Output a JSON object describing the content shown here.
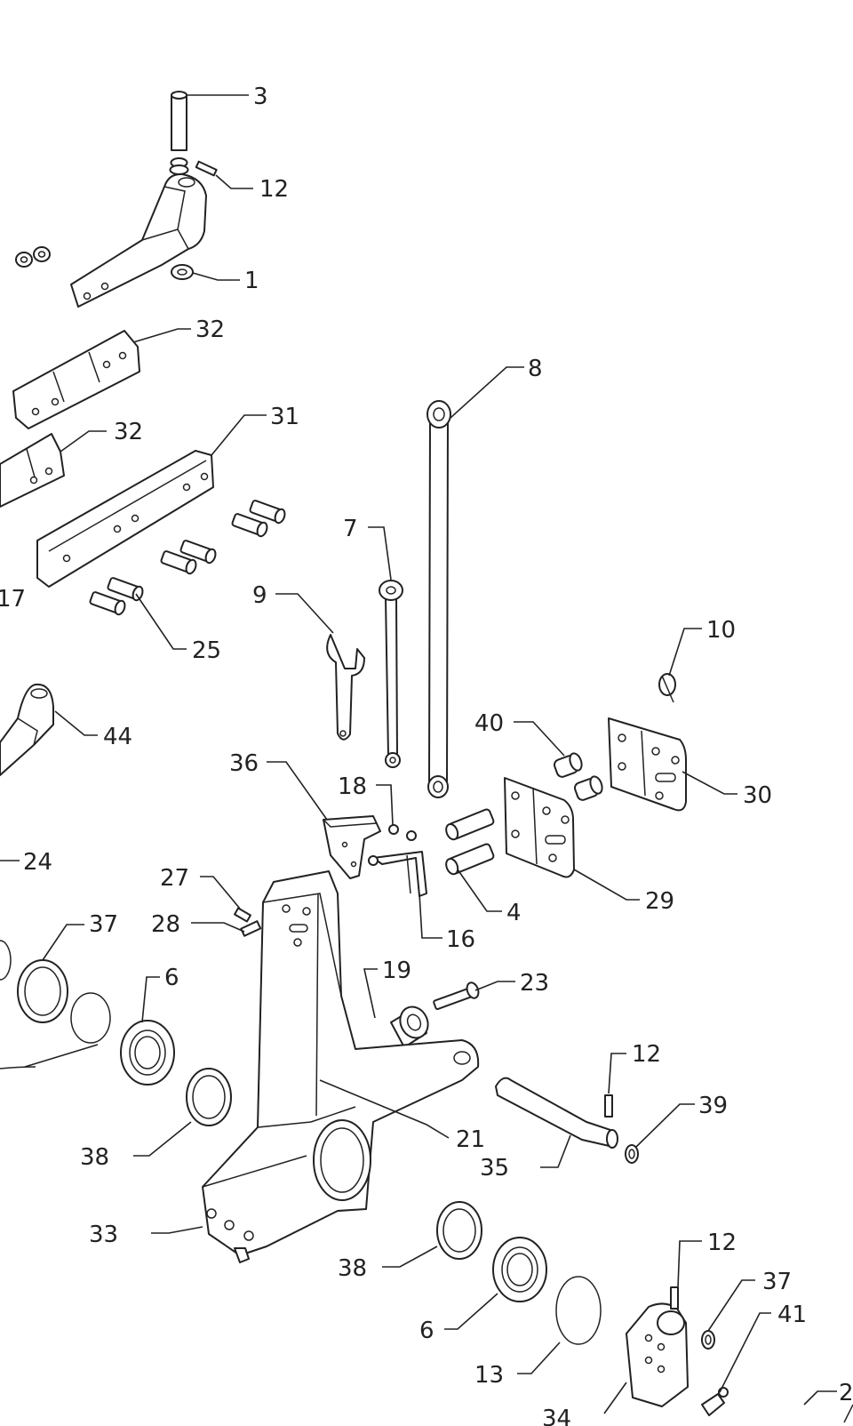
{
  "labels": {
    "p3": "3",
    "p12a": "12",
    "p1": "1",
    "p32a": "32",
    "p32b": "32",
    "p31": "31",
    "p8": "8",
    "p7": "7",
    "p17": "17",
    "p9": "9",
    "p25": "25",
    "p10": "10",
    "p44": "44",
    "p40": "40",
    "p36": "36",
    "p18": "18",
    "p30": "30",
    "p24": "24",
    "p27": "27",
    "p29": "29",
    "p4": "4",
    "p28": "28",
    "p37a": "37",
    "p16": "16",
    "p19": "19",
    "p6a": "6",
    "p23": "23",
    "p12b": "12",
    "p39": "39",
    "p21": "21",
    "p38a": "38",
    "p35": "35",
    "p33": "33",
    "p38b": "38",
    "p12c": "12",
    "p37b": "37",
    "p41": "41",
    "p6b": "6",
    "p13": "13",
    "p34": "34",
    "p2": "2"
  }
}
